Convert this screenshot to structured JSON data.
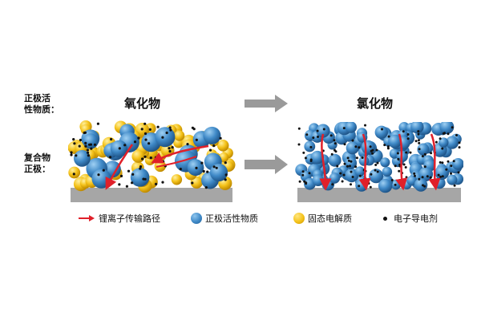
{
  "labels": {
    "cathode_active_line1": "正极活",
    "cathode_active_line2": "性物质：",
    "composite_line1": "复合物",
    "composite_line2": "正极："
  },
  "titles": {
    "left": "氧化物",
    "right": "氯化物"
  },
  "legend": {
    "li_path": "锂离子传输路径",
    "active": "正极活性物质",
    "electrolyte": "固态电解质",
    "conductive": "电子导电剂"
  },
  "colors": {
    "active_material": "#3f89c7",
    "solid_electrolyte": "#f4c21a",
    "li_path": "#e0202a",
    "substrate": "#a6a6a6",
    "arrow_gray": "#9a9a9a"
  }
}
